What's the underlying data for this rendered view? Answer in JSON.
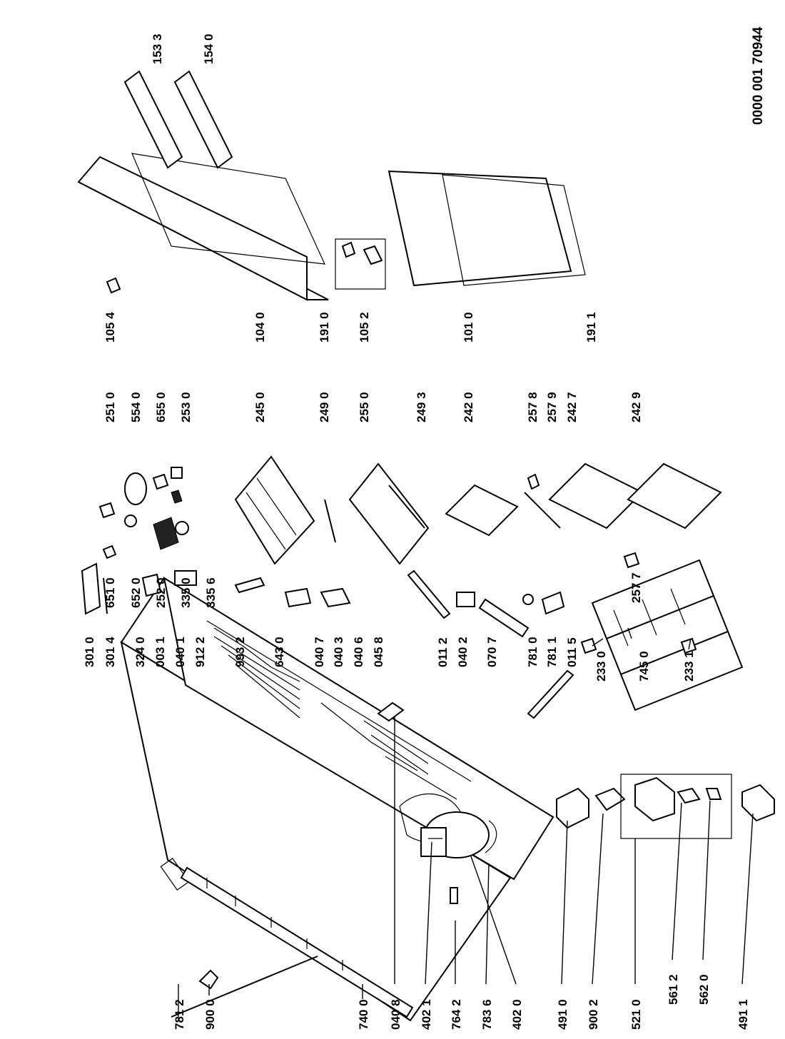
{
  "reference_number": "0000 001 70944",
  "labels": {
    "l7812": "781 2",
    "l9000": "900 0",
    "l7400": "740 0",
    "l0408": "040 8",
    "l4021": "402 1",
    "l7642": "764 2",
    "l7836": "783 6",
    "l4020": "402 0",
    "l4910": "491 0",
    "l9002": "900 2",
    "l5210": "521 0",
    "l4911": "491 1",
    "l5612": "561 2",
    "l5620": "562 0",
    "l3010": "301 0",
    "l3014": "301 4",
    "l3240": "324 0",
    "l0031": "003 1",
    "l0401": "040 1",
    "l9122": "912 2",
    "l9932": "993 2",
    "l6430": "643 0",
    "l0407": "040 7",
    "l0403": "040 3",
    "l0406": "040 6",
    "l0458": "045 8",
    "l0112": "011 2",
    "l0402": "040 2",
    "l0707": "070 7",
    "l7810": "781 0",
    "l7811": "781 1",
    "l0115": "011 5",
    "l2330": "233 0",
    "l7450": "745 0",
    "l2331": "233 1",
    "l6510": "651 0",
    "l6520": "652 0",
    "l2520": "252 0",
    "l3350": "335 0",
    "l3356": "335 6",
    "l2510": "251 0",
    "l5540": "554 0",
    "l6550": "655 0",
    "l2530": "253 0",
    "l2450": "245 0",
    "l2490": "249 0",
    "l2550": "255 0",
    "l2493": "249 3",
    "l2420": "242 0",
    "l2578": "257 8",
    "l2579": "257 9",
    "l2427": "242 7",
    "l2429": "242 9",
    "l2577": "257 7",
    "l1054": "105 4",
    "l1040": "104 0",
    "l1910": "191 0",
    "l1052": "105 2",
    "l1010": "101 0",
    "l1911": "191 1",
    "l1533": "153 3",
    "l1540": "154 0"
  }
}
